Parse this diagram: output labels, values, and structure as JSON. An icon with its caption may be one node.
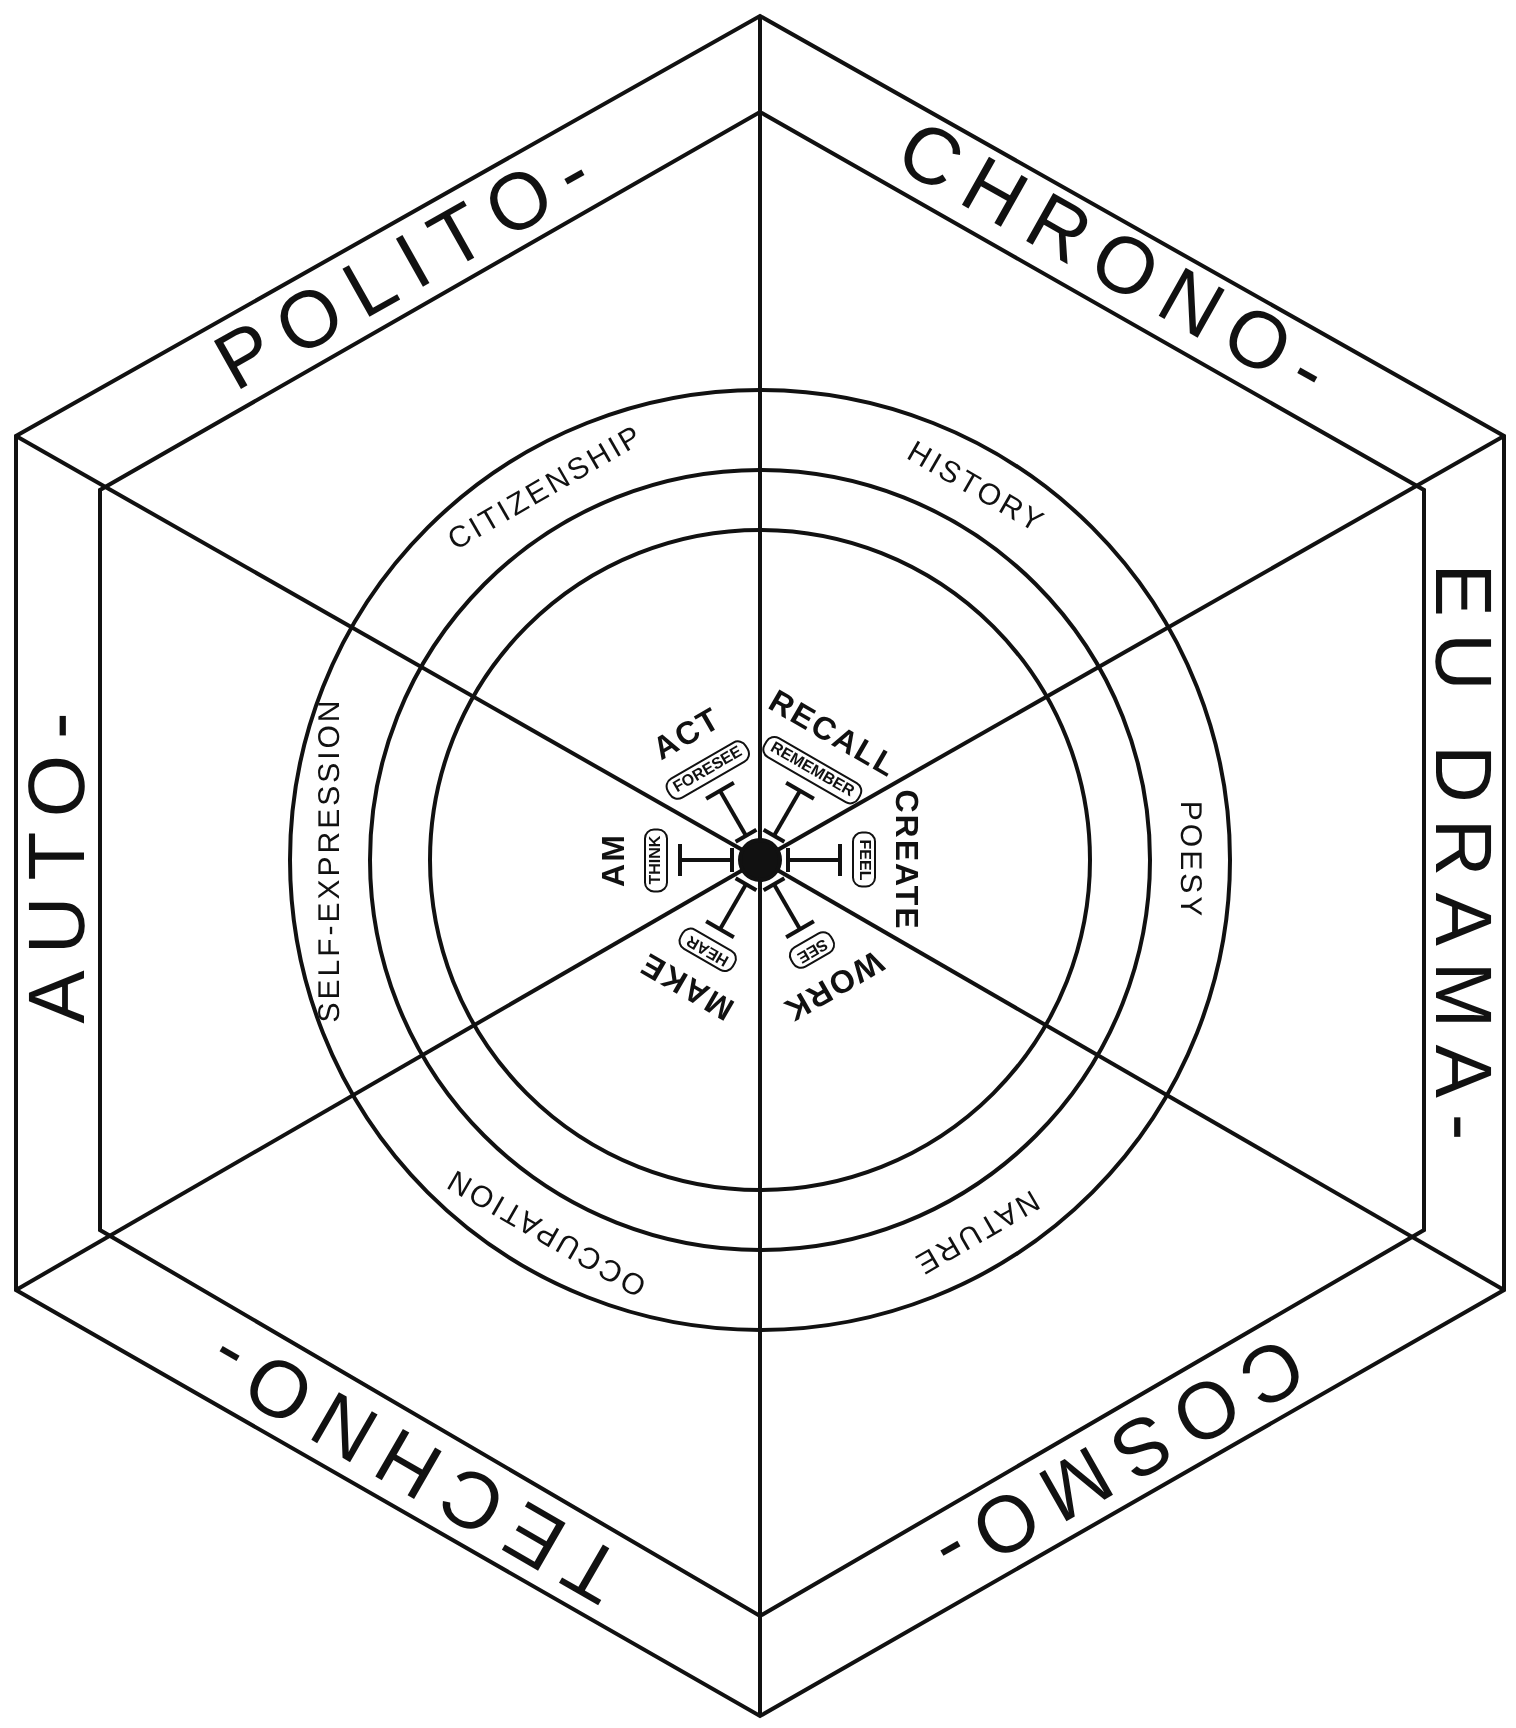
{
  "diagram": {
    "labels": [
      "POLITO-",
      "CHRONO-",
      "EU DRAMA-",
      "AUTO-",
      "CITIZENSHIP",
      "HISTORY",
      "POESY",
      "SELF-EXPRESSION",
      "ACT",
      "RECALL",
      "FORESEE",
      "REMEMBER",
      "AM",
      "THINK",
      "FEEL",
      "CREATE",
      "HEAR",
      "MAKE",
      "SEE",
      "WORK",
      "OCCUPATION",
      "NATURE",
      "TECHNO-",
      "COSMO-"
    ]
  }
}
